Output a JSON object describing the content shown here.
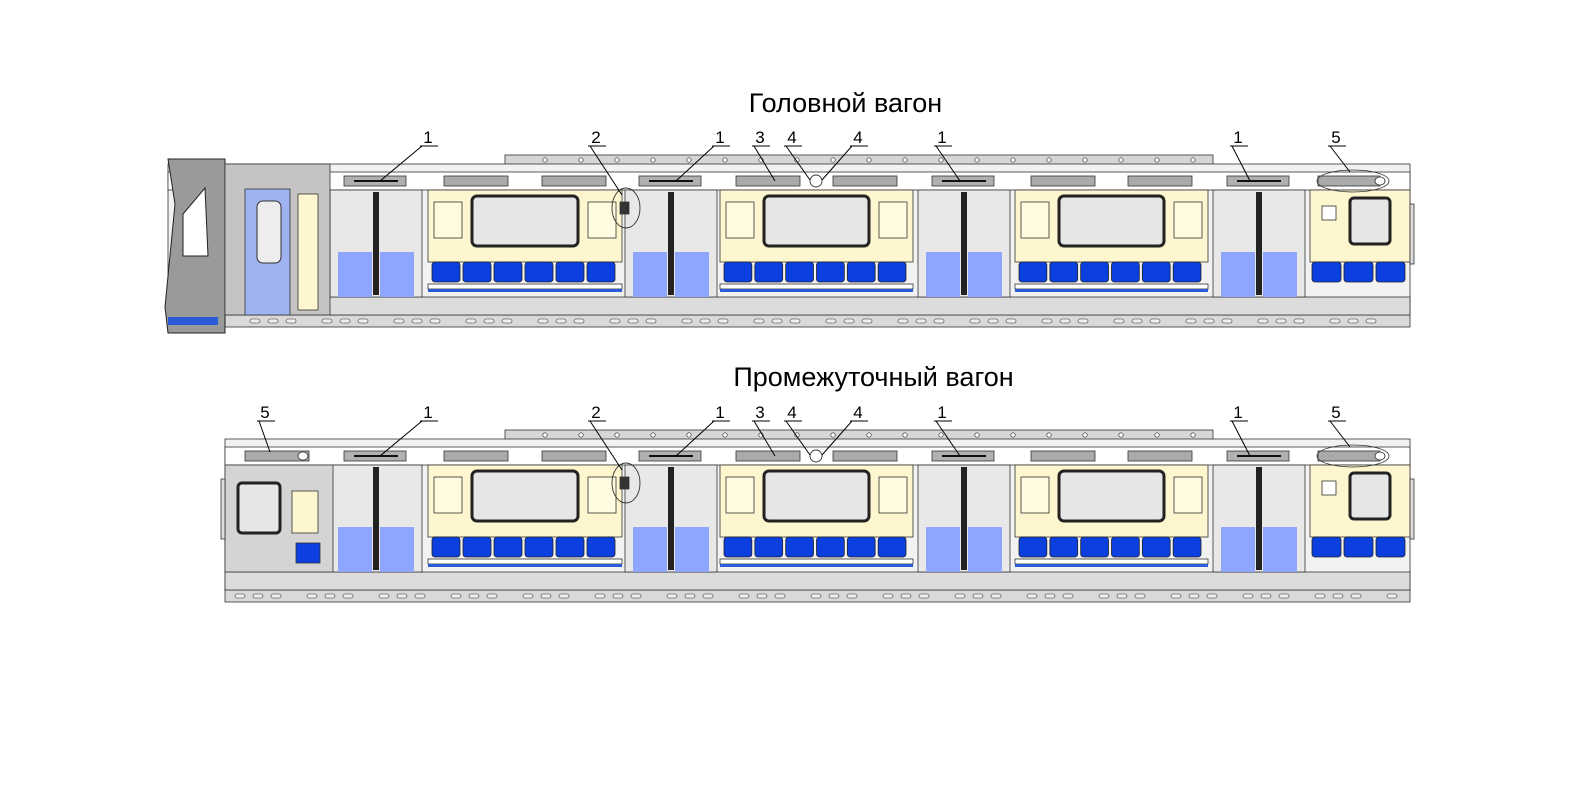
{
  "diagram": {
    "head_car_title": "Головной вагон",
    "middle_car_title": "Промежуточный вагон",
    "callouts": {
      "c1": "1",
      "c2": "2",
      "c3": "3",
      "c4": "4",
      "c5": "5"
    }
  },
  "colors": {
    "seat_blue": "#0b3fe0",
    "door_blue": "#8fa6ff",
    "cab_blue": "#9fb2f0",
    "panel_cream": "#fdf6cf",
    "body_gray": "#c8c8c8",
    "wall_light": "#e8e8e8",
    "stripe_blue": "#2c5bd8"
  }
}
